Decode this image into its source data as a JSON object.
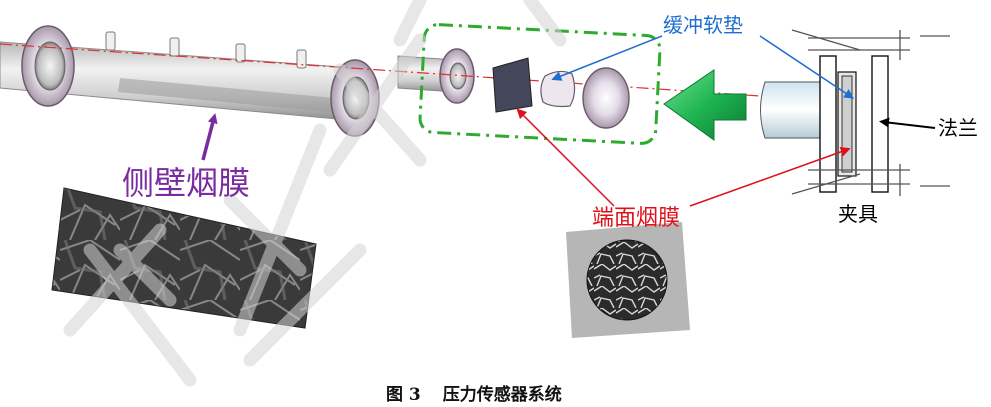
{
  "labels": {
    "cushion": "缓冲软垫",
    "flange": "法兰",
    "side_film": "侧壁烟膜",
    "end_film": "端面烟膜",
    "fixture": "夹具"
  },
  "caption": {
    "number": "图 3",
    "title": "压力传感器系统"
  },
  "colors": {
    "cushion": "#1f6fd0",
    "flange": "#000000",
    "side_film": "#7a2b9f",
    "end_film": "#e0101a",
    "arrow_green": "#14a84a",
    "dash_green": "#2eaa2e",
    "axis_red": "#e03030"
  }
}
